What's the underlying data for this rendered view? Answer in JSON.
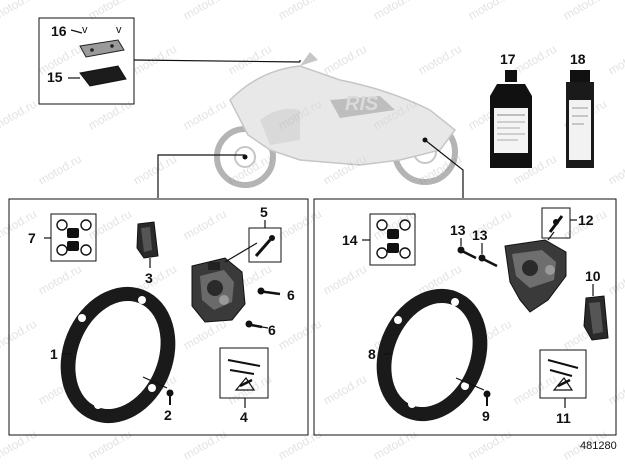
{
  "watermark": {
    "text": "motod.ru"
  },
  "reference_number": "481280",
  "callouts": {
    "c1": "1",
    "c2": "2",
    "c3": "3",
    "c4": "4",
    "c5": "5",
    "c6a": "6",
    "c6b": "6",
    "c7": "7",
    "c8": "8",
    "c9": "9",
    "c10": "10",
    "c11": "11",
    "c12": "12",
    "c13a": "13",
    "c13b": "13",
    "c14": "14",
    "c15": "15",
    "c16": "16",
    "c17": "17",
    "c18": "18"
  },
  "colors": {
    "line": "#111111",
    "part": "#3a3a3a",
    "watermark": "#e3e3e3",
    "background": "#ffffff"
  }
}
